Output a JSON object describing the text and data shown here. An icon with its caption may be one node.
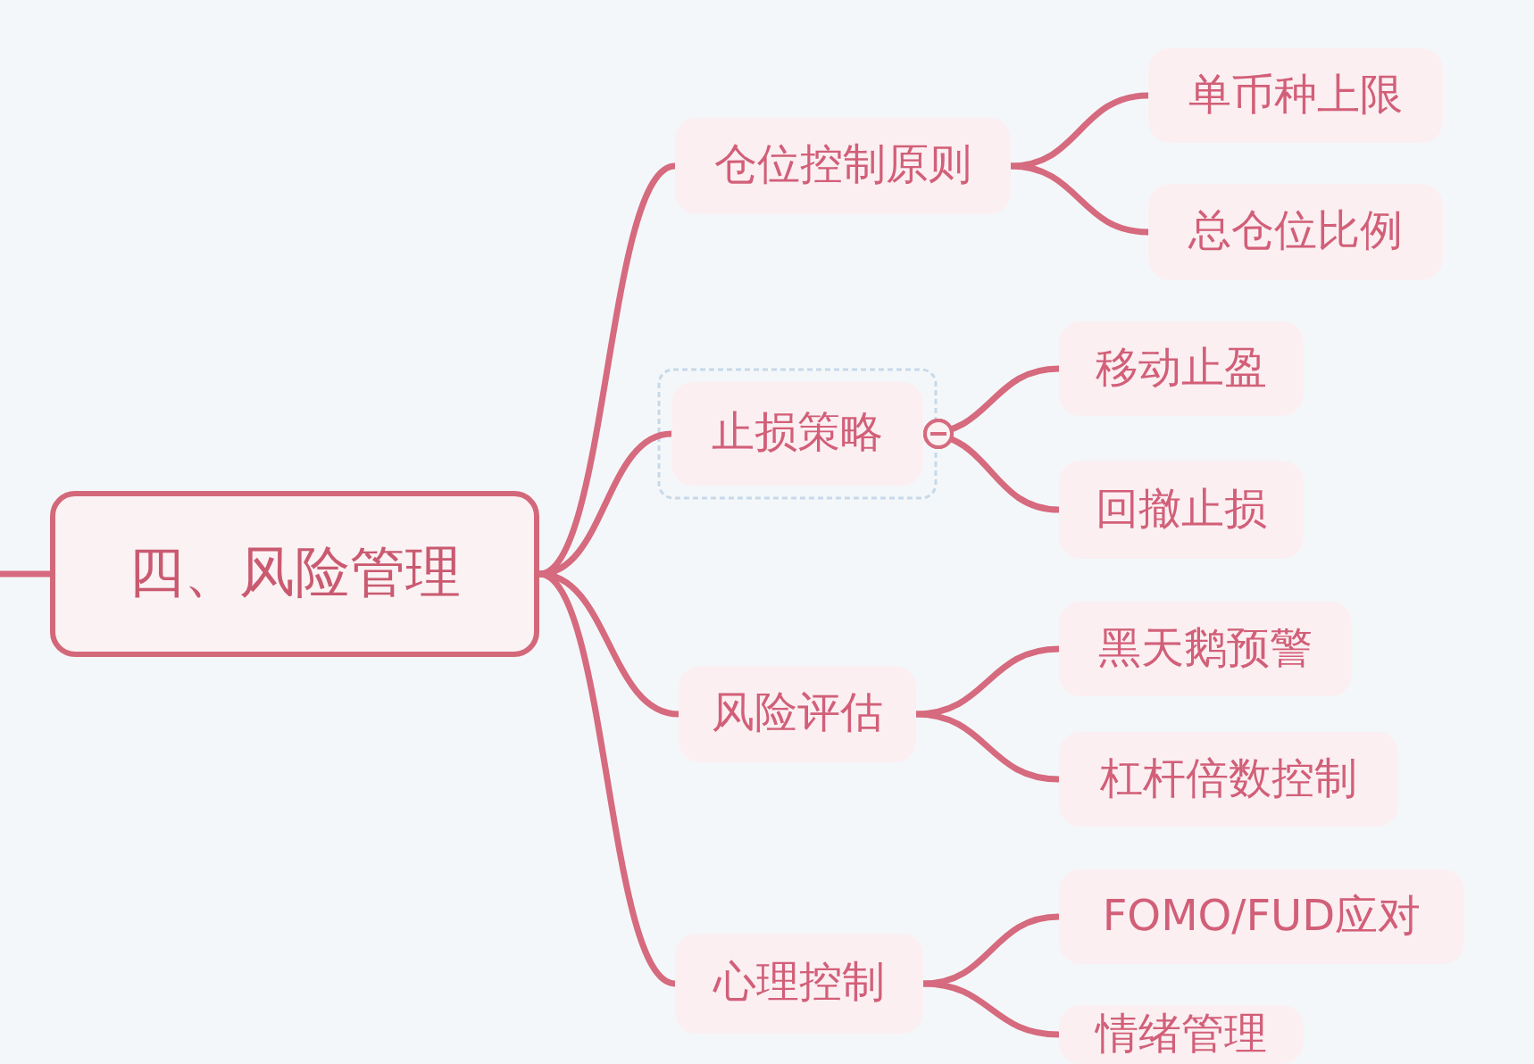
{
  "diagram": {
    "nodes": [
      {
        "text": [
          "四、风险管理"
        ]
      },
      {
        "text": [
          "仓位控制原则"
        ]
      },
      {
        "text": [
          "单币种上限"
        ]
      },
      {
        "text": [
          "总仓位比例"
        ]
      },
      {
        "text": [
          "止损策略"
        ]
      },
      {
        "text": [
          "移动止盈"
        ]
      },
      {
        "text": [
          "回撤止损"
        ]
      },
      {
        "text": [
          "风险评估"
        ]
      },
      {
        "text": [
          "黑天鹅预警"
        ]
      },
      {
        "text": [
          "杠杆倍数控制"
        ]
      },
      {
        "text": [
          "心理控制"
        ]
      },
      {
        "text": [
          "FOMO/FUD应对"
        ]
      },
      {
        "text": [
          "情绪管理"
        ]
      }
    ],
    "edges": [
      {
        "from": null,
        "to": 0,
        "arrow": "none"
      },
      {
        "from": 0,
        "to": 1,
        "arrow": "none"
      },
      {
        "from": 1,
        "to": 2,
        "arrow": "none"
      },
      {
        "from": 1,
        "to": 3,
        "arrow": "none"
      },
      {
        "from": 0,
        "to": 4,
        "arrow": "none"
      },
      {
        "from": 4,
        "to": 5,
        "arrow": "other"
      },
      {
        "from": 4,
        "to": 6,
        "arrow": "other"
      },
      {
        "from": 0,
        "to": 7,
        "arrow": "none"
      },
      {
        "from": 7,
        "to": 8,
        "arrow": "none"
      },
      {
        "from": 7,
        "to": 9,
        "arrow": "none"
      },
      {
        "from": 0,
        "to": 10,
        "arrow": "none"
      },
      {
        "from": 10,
        "to": 11,
        "arrow": "none"
      },
      {
        "from": 10,
        "to": 12,
        "arrow": "none"
      }
    ]
  }
}
